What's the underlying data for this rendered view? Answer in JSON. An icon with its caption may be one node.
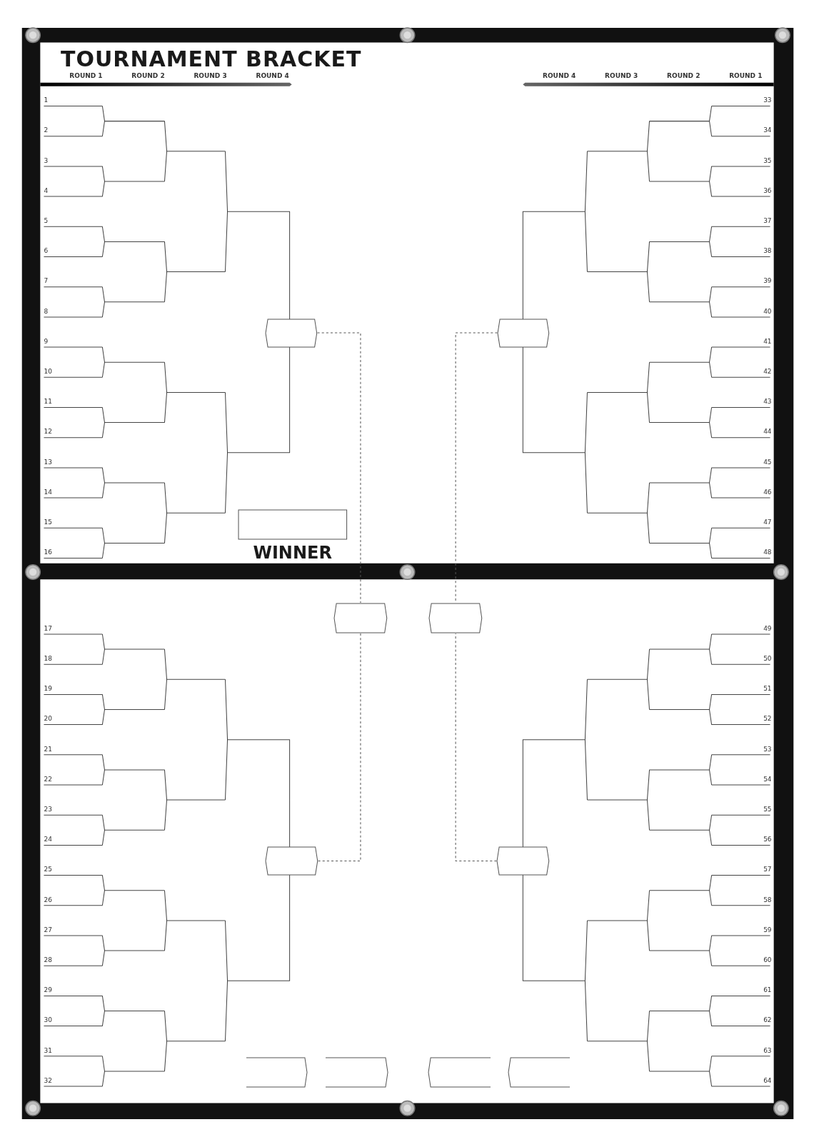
{
  "diagram": {
    "title": "TOURNAMENT BRACKET",
    "nodes": [
      {
        "text": [],
        "shape": "box"
      },
      {
        "text": [],
        "shape": "box"
      },
      {
        "text": [
          "WINNER"
        ]
      },
      {
        "text": [],
        "shape": "box"
      },
      {
        "text": [],
        "shape": "box"
      },
      {
        "text": [],
        "shape": "box"
      },
      {
        "text": [],
        "shape": "box"
      },
      {
        "text": [],
        "shape": "box"
      },
      {
        "text": [],
        "shape": "box"
      },
      {
        "text": [],
        "shape": "box"
      },
      {
        "text": [],
        "shape": "box"
      }
    ],
    "edges": [
      {
        "from": 0,
        "to": 3,
        "arrow": "none",
        "style": "dashed"
      },
      {
        "from": 1,
        "to": 4,
        "arrow": "none",
        "style": "dashed"
      },
      {
        "from": 5,
        "to": 3,
        "arrow": "none",
        "style": "dashed"
      },
      {
        "from": 6,
        "to": 4,
        "arrow": "none",
        "style": "dashed"
      }
    ],
    "labels": [
      "ROUND 1",
      "ROUND 2",
      "ROUND 3",
      "ROUND 4",
      "ROUND 4",
      "ROUND 3",
      "ROUND 2",
      "ROUND 1",
      "1",
      "2",
      "3",
      "4",
      "5",
      "6",
      "7",
      "8",
      "9",
      "10",
      "11",
      "12",
      "13",
      "14",
      "15",
      "16",
      "17",
      "18",
      "19",
      "20",
      "21",
      "22",
      "23",
      "24",
      "25",
      "26",
      "27",
      "28",
      "29",
      "30",
      "31",
      "32",
      "33",
      "34",
      "35",
      "36",
      "37",
      "38",
      "39",
      "40",
      "41",
      "42",
      "43",
      "44",
      "45",
      "46",
      "47",
      "48",
      "49",
      "50",
      "51",
      "52",
      "53",
      "54",
      "55",
      "56",
      "57",
      "58",
      "59",
      "60",
      "61",
      "62",
      "63",
      "64"
    ]
  }
}
